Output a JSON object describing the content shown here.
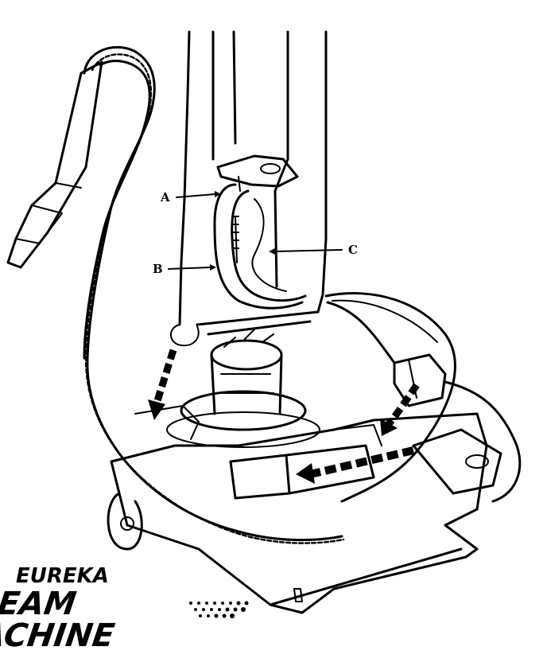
{
  "callouts": {
    "a": "A",
    "b": "B",
    "c": "C"
  },
  "logo": {
    "line1": "EUREKA",
    "line2": "DREAM",
    "line3": "MACHINE"
  },
  "icons": [
    "vacuum-cleaner-illustration",
    "upholstery-tool-icon",
    "hose-icon",
    "arrow-icon",
    "motor-icon"
  ]
}
